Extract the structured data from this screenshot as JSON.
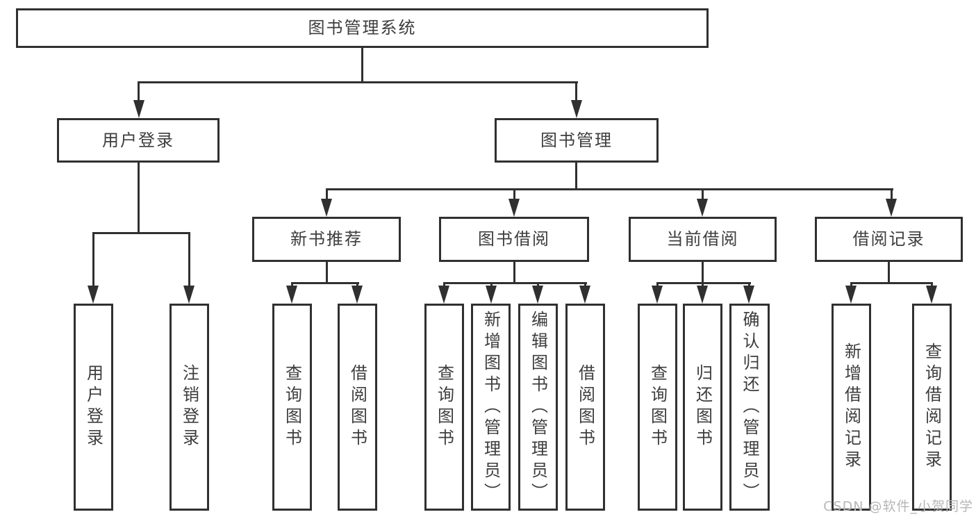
{
  "diagram": {
    "root": {
      "label": "图书管理系统"
    },
    "level2": [
      {
        "label": "用户登录"
      },
      {
        "label": "图书管理"
      }
    ],
    "level3": [
      {
        "label": "新书推荐"
      },
      {
        "label": "图书借阅"
      },
      {
        "label": "当前借阅"
      },
      {
        "label": "借阅记录"
      }
    ],
    "level4": {
      "user_login": [
        "用户登录",
        "注销登录"
      ],
      "new_book": [
        "查询图书",
        "借阅图书"
      ],
      "book_borrow": [
        "查询图书",
        "新增图书（管理员）",
        "编辑图书（管理员）",
        "借阅图书"
      ],
      "current_borrow": [
        "查询图书",
        "归还图书",
        "确认归还（管理员）"
      ],
      "borrow_record": [
        "新增借阅记录",
        "查询借阅记录"
      ]
    }
  },
  "watermark": {
    "text": "CSDN @软件_小贺同学"
  },
  "colors": {
    "line": "#303030",
    "text": "#3d3d3d",
    "watermark": "#b6b6b6",
    "background": "#ffffff"
  }
}
